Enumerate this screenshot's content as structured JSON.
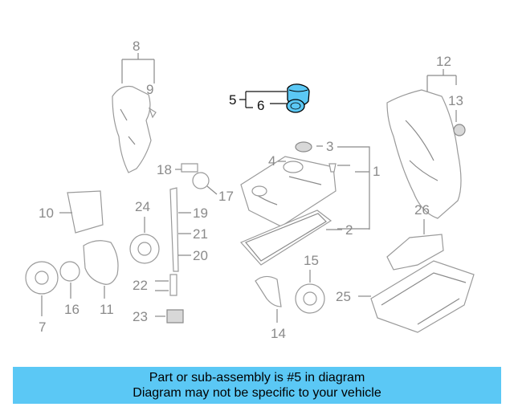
{
  "callouts": {
    "c1": "1",
    "c2": "2",
    "c3": "3",
    "c4": "4",
    "c5": "5",
    "c6": "6",
    "c7": "7",
    "c8": "8",
    "c9": "9",
    "c10": "10",
    "c11": "11",
    "c12": "12",
    "c13": "13",
    "c14": "14",
    "c15": "15",
    "c16": "16",
    "c17": "17",
    "c18": "18",
    "c19": "19",
    "c20": "20",
    "c21": "21",
    "c22": "22",
    "c23": "23",
    "c24": "24",
    "c25": "25",
    "c26": "26"
  },
  "highlight_color": "#5bc8f5",
  "banner": {
    "line1": "Part or sub-assembly is #5 in diagram",
    "line2": "Diagram may not be specific to your vehicle"
  }
}
